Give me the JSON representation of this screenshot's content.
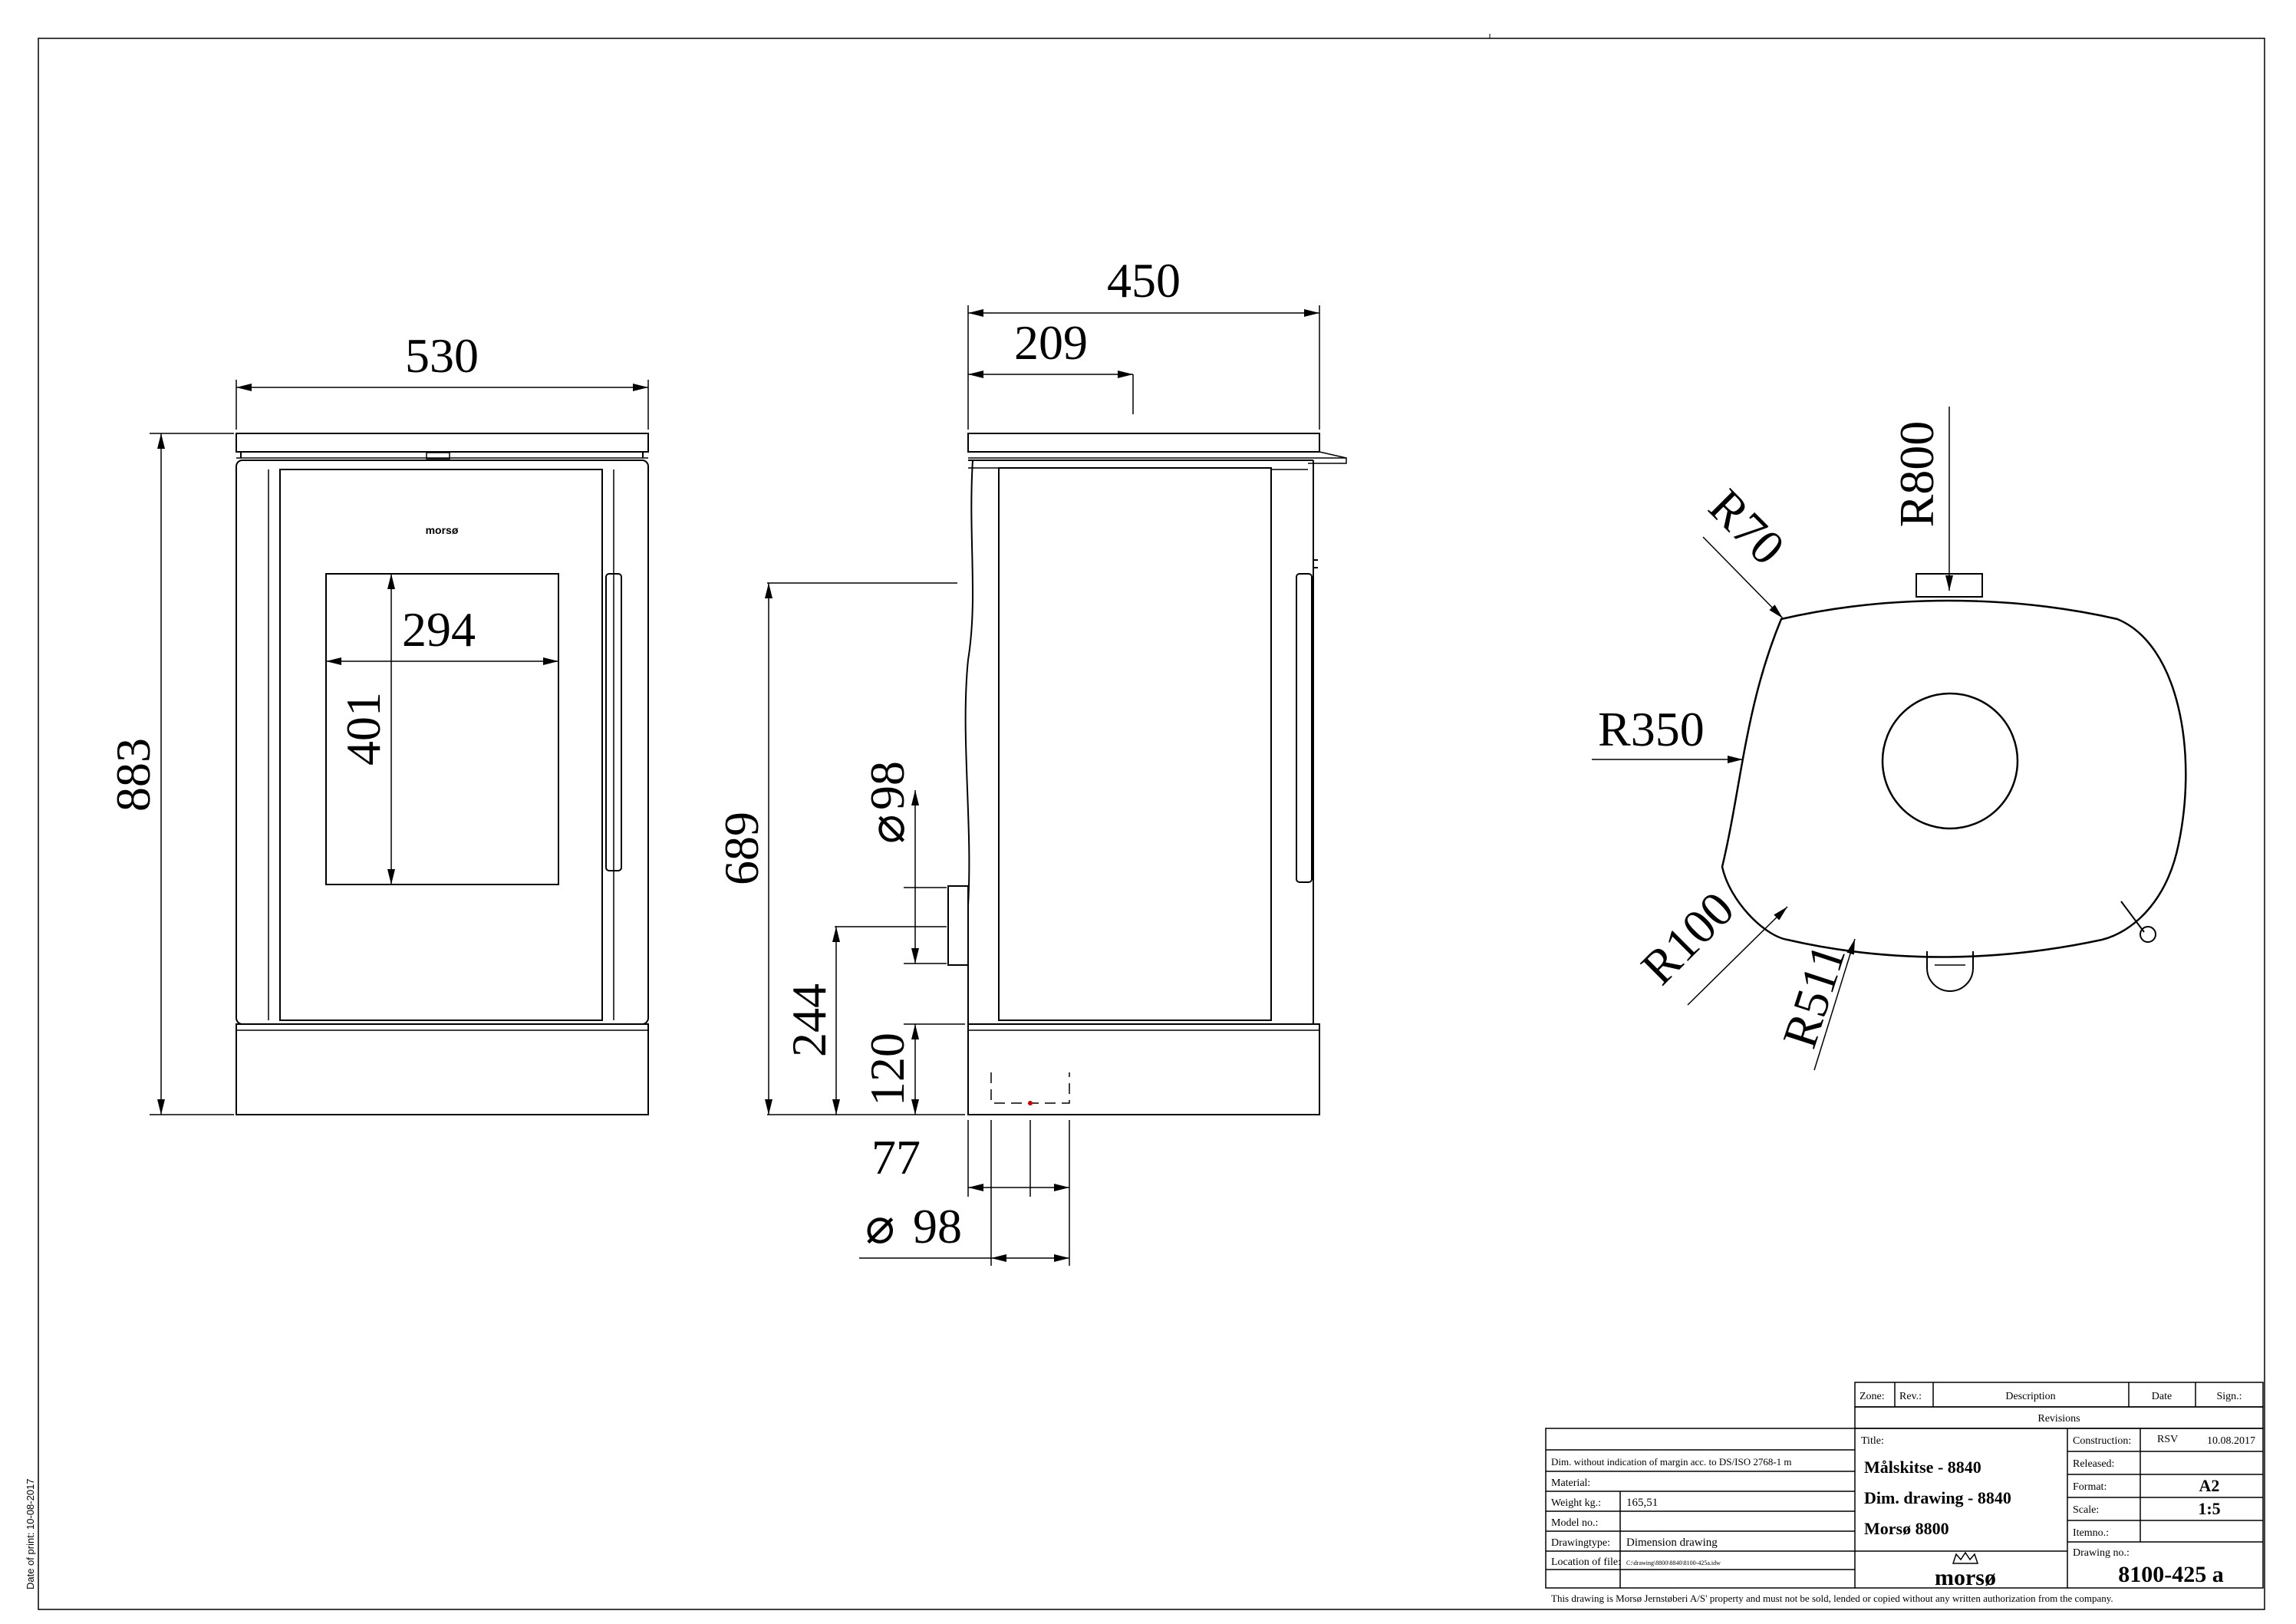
{
  "brand": {
    "logo_text": "morsø",
    "badge_text": "morsø"
  },
  "print_date": "Date of print: 10-08-2017",
  "front_view": {
    "width_dim": "530",
    "height_dim": "883",
    "glass_width_dim": "294",
    "glass_height_dim": "401"
  },
  "side_view": {
    "depth_dim": "450",
    "outlet_offset_dim": "209",
    "rear_outlet_height_dim": "689",
    "rear_outlet_diameter_dim": "98",
    "air_inlet_height_dim": "244",
    "base_height_dim": "120",
    "bottom_offset_dim": "77",
    "bottom_diameter_dim": "98",
    "diameter_symbol": "⌀"
  },
  "top_view": {
    "r800": "R800",
    "r70": "R70",
    "r350": "R350",
    "r100": "R100",
    "r511": "R511"
  },
  "title_block": {
    "revisions_header": {
      "zone": "Zone:",
      "rev": "Rev.:",
      "description": "Description",
      "date": "Date",
      "sign": "Sign.:"
    },
    "revisions_label": "Revisions",
    "tolerance_note": "Dim. without indication of margin acc. to DS/ISO 2768-1 m",
    "material_label": "Material:",
    "material_value": "",
    "weight_label": "Weight kg.:",
    "weight_value": "165,51",
    "model_label": "Model no.:",
    "model_value": "",
    "drawingtype_label": "Drawingtype:",
    "drawingtype_value": "Dimension drawing",
    "location_label": "Location of file:",
    "location_value": "C:\\drawing\\8800\\8840\\8100-425a.idw",
    "title_label": "Title:",
    "title_lines": [
      "Målskitse - 8840",
      "Dim. drawing - 8840",
      "Morsø 8800"
    ],
    "construction_label": "Construction:",
    "construction_value": "RSV",
    "construction_date": "10.08.2017",
    "released_label": "Released:",
    "released_value": "",
    "format_label": "Format:",
    "format_value": "A2",
    "scale_label": "Scale:",
    "scale_value": "1:5",
    "itemno_label": "Itemno.:",
    "itemno_value": "",
    "drawingno_label": "Drawing no.:",
    "drawingno_value": "8100-425 a",
    "property_note": "This drawing is Morsø Jernstøberi A/S' property and must not be sold, lended or copied without any written authorization from the company."
  }
}
